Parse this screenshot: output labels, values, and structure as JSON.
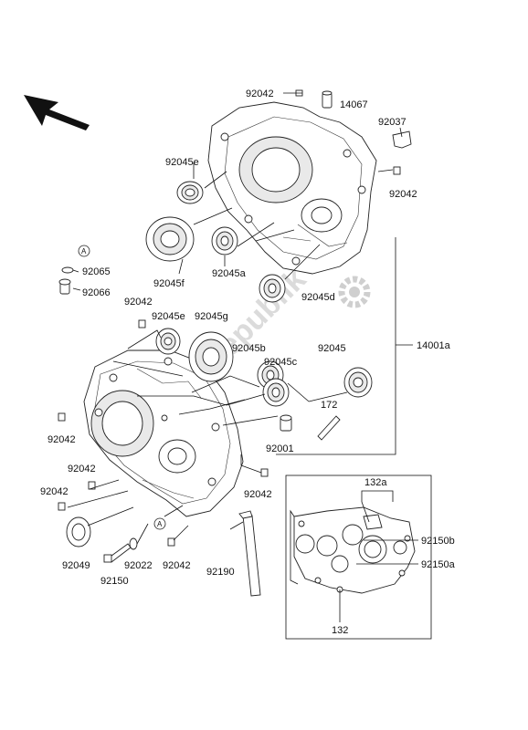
{
  "labels": {
    "l_92042_top": "92042",
    "l_14067": "14067",
    "l_92037": "92037",
    "l_92042_right": "92042",
    "l_92045e_top": "92045e",
    "l_92045f": "92045f",
    "l_92045a": "92045a",
    "l_92045d": "92045d",
    "l_92065": "92065",
    "l_92066": "92066",
    "l_92042_mid": "92042",
    "l_92045e_mid": "92045e",
    "l_92045g": "92045g",
    "l_92045b": "92045b",
    "l_92045c": "92045c",
    "l_92045": "92045",
    "l_14001a": "14001a",
    "l_172": "172",
    "l_92042_left": "92042",
    "l_92001": "92001",
    "l_92042_l2": "92042",
    "l_92042_l3": "92042",
    "l_92042_c": "92042",
    "l_132a": "132a",
    "l_92150b": "92150b",
    "l_92150a": "92150a",
    "l_92049": "92049",
    "l_92022": "92022",
    "l_92042_b": "92042",
    "l_92190": "92190",
    "l_92150": "92150",
    "l_132": "132"
  },
  "marker_letter": "A",
  "watermark": "PartsRepublik",
  "icons": {
    "direction_arrow": "front-direction-arrow-icon",
    "gear": "gear-watermark-icon"
  }
}
